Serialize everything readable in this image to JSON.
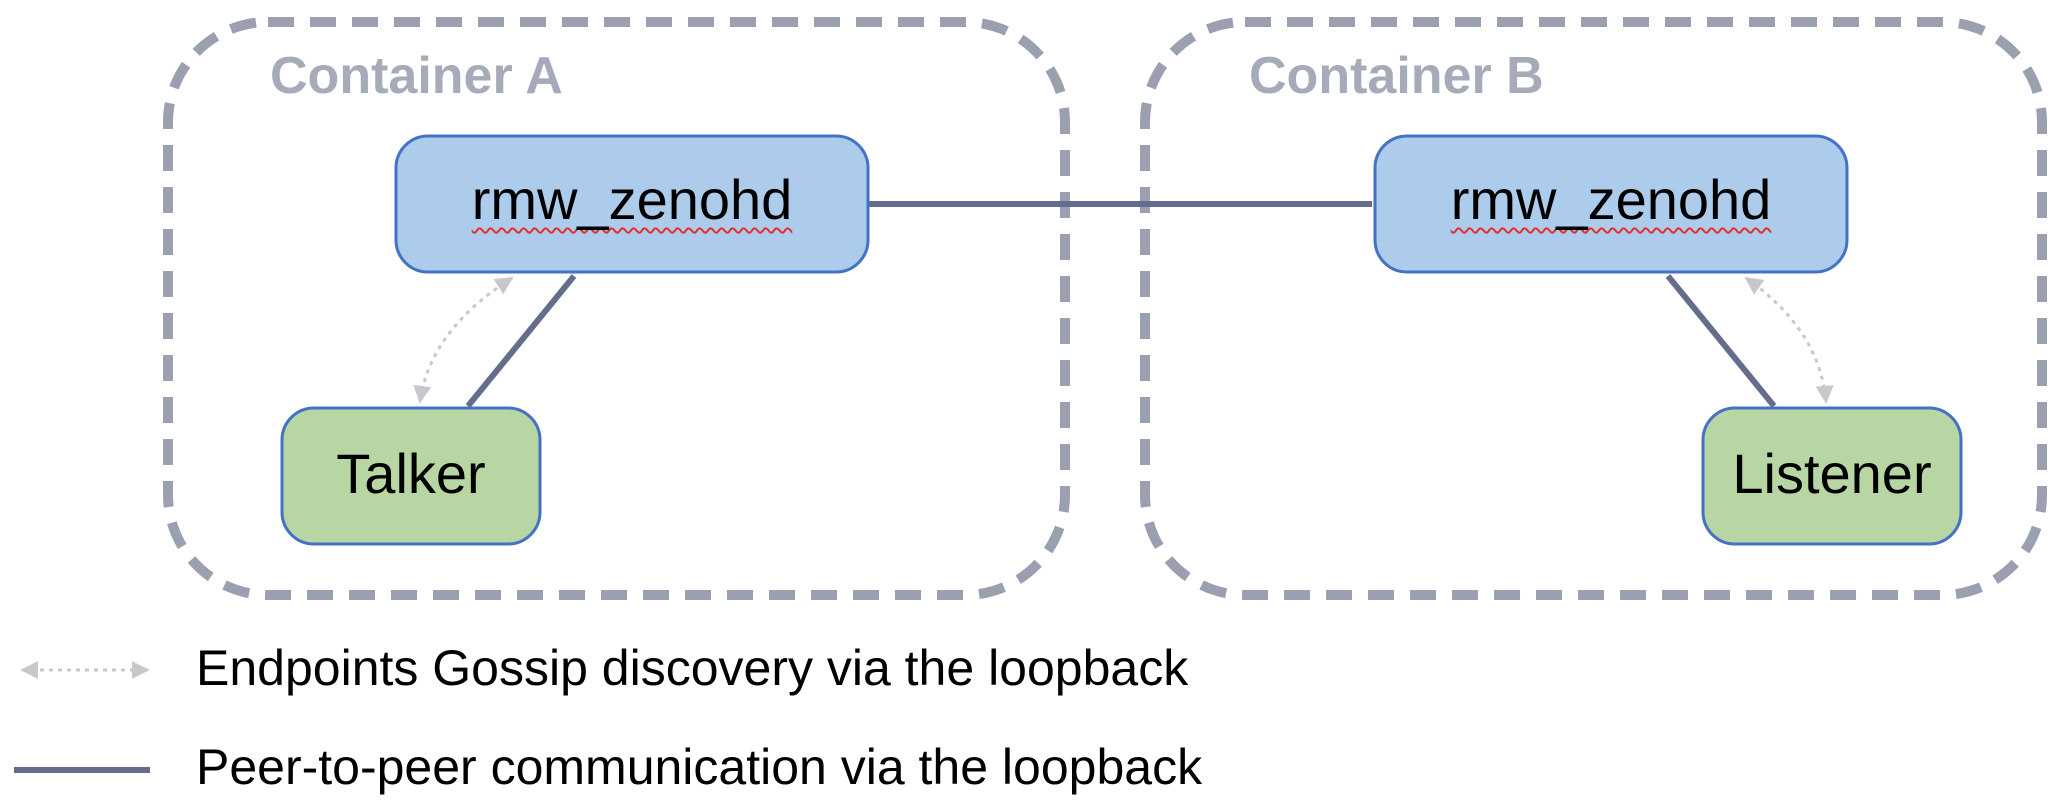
{
  "containers": [
    {
      "title": "Container A"
    },
    {
      "title": "Container B"
    }
  ],
  "nodes": {
    "rmw_a": "rmw_zenohd",
    "rmw_b": "rmw_zenohd",
    "talker": "Talker",
    "listener": "Listener"
  },
  "legend": {
    "gossip": "Endpoints Gossip discovery via the loopback",
    "p2p": "Peer-to-peer communication via the loopback"
  },
  "colors": {
    "container_border": "#9aa0b0",
    "rmw_fill": "#adcbeb",
    "rmw_border": "#4472c4",
    "node_fill": "#b7d6a3",
    "node_border": "#4472c4",
    "link": "#646e8c",
    "gossip": "#c8c8cc"
  }
}
